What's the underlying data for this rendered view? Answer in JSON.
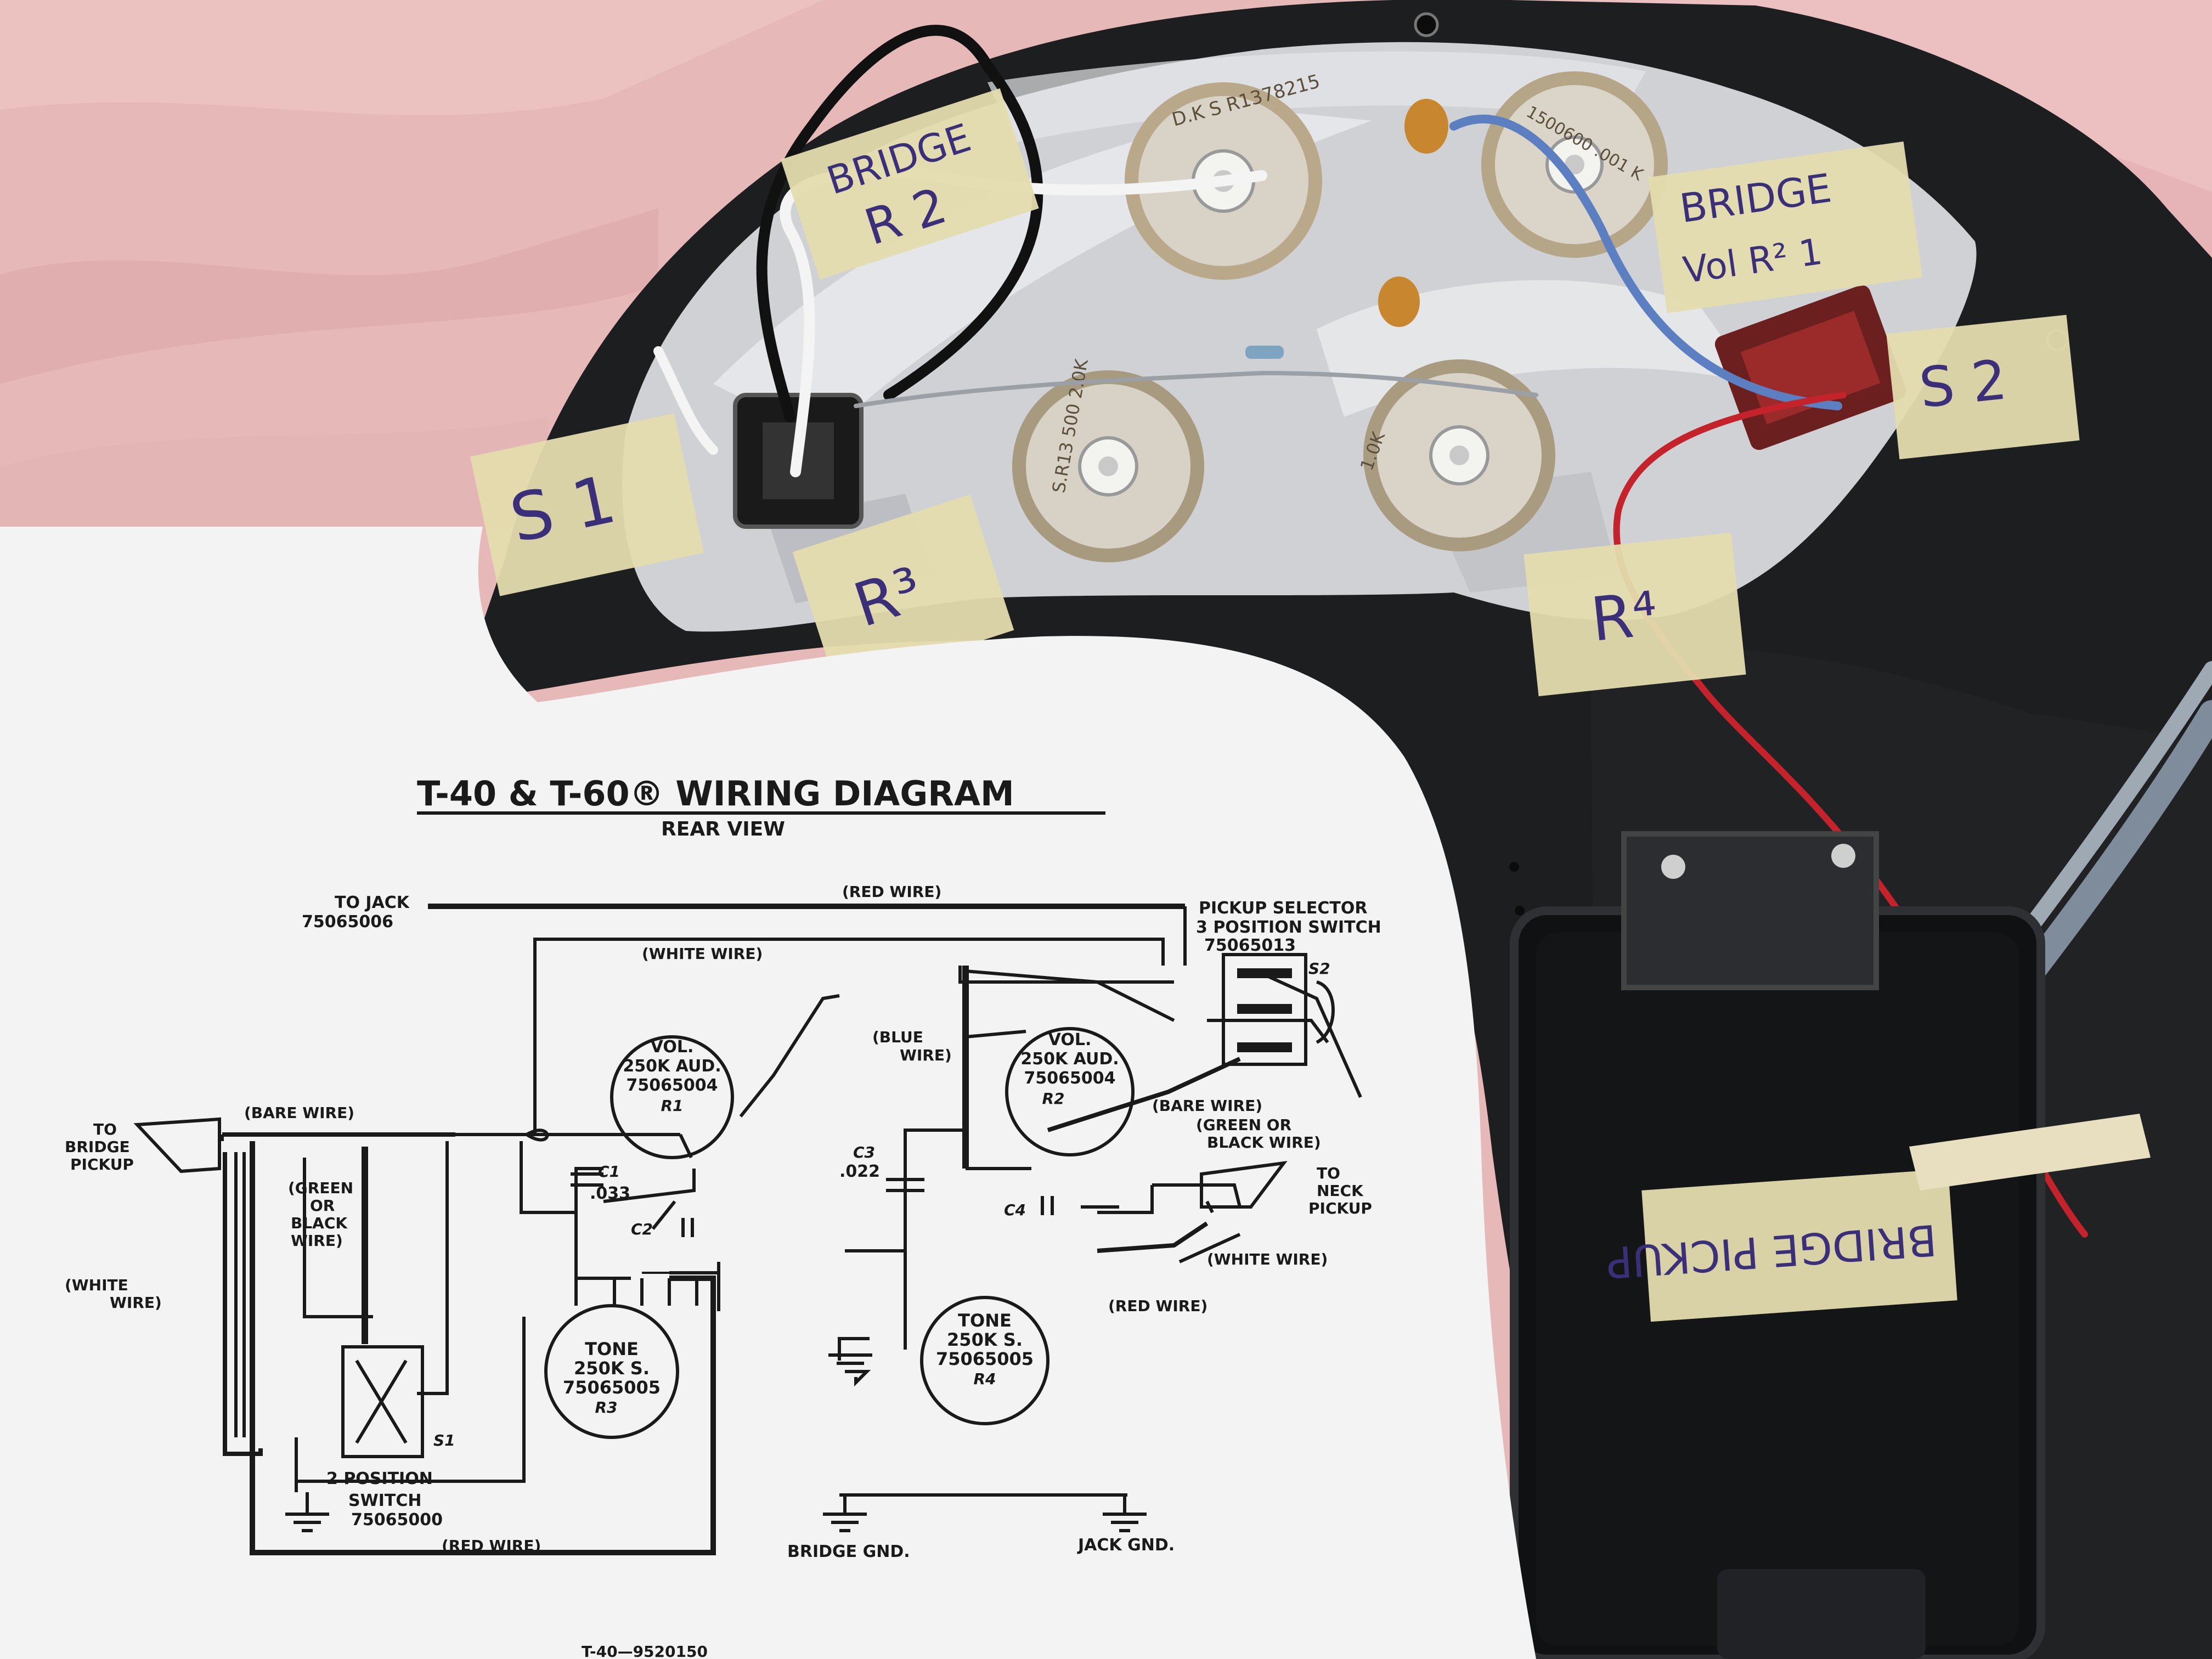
{
  "diagram": {
    "title": "T-40 & T-60® WIRING DIAGRAM",
    "subtitle": "REAR VIEW",
    "part_number": "T-40—9520150",
    "labels": {
      "to_jack": "TO JACK",
      "to_jack_part": "75065006",
      "red_wire_top": "(RED WIRE)",
      "pickup_selector_1": "PICKUP SELECTOR",
      "pickup_selector_2": "3 POSITION SWITCH",
      "pickup_selector_3": "75065013",
      "s2": "S2",
      "white_wire_top": "(WHITE WIRE)",
      "blue_wire_1": "(BLUE",
      "blue_wire_2": "WIRE)",
      "bare_wire_left": "(BARE WIRE)",
      "to_bridge_1": "TO",
      "to_bridge_2": "BRIDGE",
      "to_bridge_3": "PICKUP",
      "green_black_1": "(GREEN",
      "green_black_2": "OR",
      "green_black_3": "BLACK",
      "green_black_4": "WIRE)",
      "white_wire_left_1": "(WHITE",
      "white_wire_left_2": "WIRE)",
      "c1": "C1",
      "c1_value": ".033",
      "c2": "C2",
      "c3": "C3",
      "c3_value": ".022",
      "c4": "C4",
      "bare_wire_right": "(BARE WIRE)",
      "green_black_right_1": "(GREEN OR",
      "green_black_right_2": "BLACK WIRE)",
      "to_neck_1": "TO",
      "to_neck_2": "NECK",
      "to_neck_3": "PICKUP",
      "white_wire_right": "(WHITE WIRE)",
      "red_wire_mid": "(RED WIRE)",
      "s1": "S1",
      "switch_1": "2 POSITION",
      "switch_2": "SWITCH",
      "switch_3": "75065000",
      "red_wire_bottom": "(RED WIRE)",
      "bridge_gnd": "BRIDGE GND.",
      "jack_gnd": "JACK GND."
    },
    "pots": {
      "r1": {
        "l1": "VOL.",
        "l2": "250K AUD.",
        "l3": "75065004",
        "id": "R1"
      },
      "r2": {
        "l1": "VOL.",
        "l2": "250K AUD.",
        "l3": "75065004",
        "id": "R2"
      },
      "r3": {
        "l1": "TONE",
        "l2": "250K S.",
        "l3": "75065005",
        "id": "R3"
      },
      "r4": {
        "l1": "TONE",
        "l2": "250K S.",
        "l3": "75065005",
        "id": "R4"
      }
    }
  },
  "tape_labels": {
    "bridge_r2": "BRIDGE",
    "r2_top": "R 2",
    "bridge_vol": "BRIDGE",
    "vol_r2": "Vol R² 1",
    "s2": "S 2",
    "s1": "S 1",
    "r3": "R³",
    "r4": "R⁴",
    "bridge_pickup": "BRIDGE PICKUP"
  },
  "pot_stamps": {
    "pot_a": "D.K S R1378215",
    "pot_b": "1500600 .001 K",
    "pot_c": "S.R13 500 2.0K",
    "pot_d": "1.0K"
  }
}
